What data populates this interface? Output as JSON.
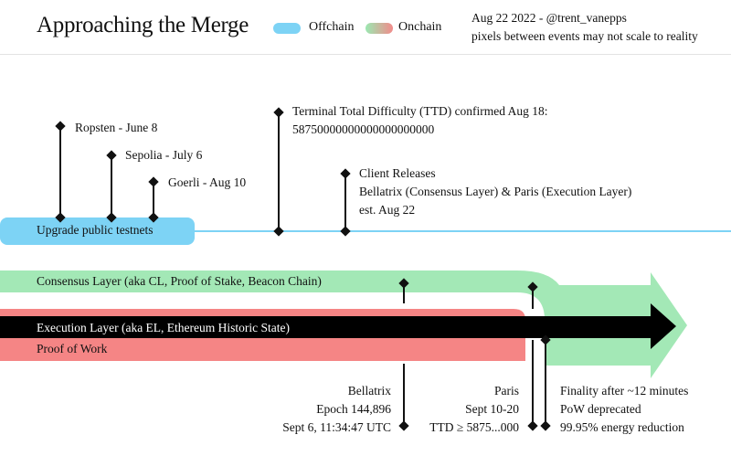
{
  "title": "Approaching the Merge",
  "legend": [
    {
      "label": "Offchain",
      "color": "#7dd3f5"
    },
    {
      "label": "Onchain",
      "color_from": "#9be8b1",
      "color_to": "#f28b8b"
    }
  ],
  "meta": {
    "line1": "Aug 22 2022 - @trent_vanepps",
    "line2": "pixels between events may not scale to reality"
  },
  "colors": {
    "offchain": "#7dd3f5",
    "consensus": "#a3e8b6",
    "pow": "#f58585",
    "execution": "#000000",
    "marker": "#111111"
  },
  "testnets": {
    "bar_label": "Upgrade public testnets",
    "events": [
      {
        "label": "Ropsten - June 8"
      },
      {
        "label": "Sepolia - July 6"
      },
      {
        "label": "Goerli - Aug 10"
      }
    ]
  },
  "ttd": {
    "line1": "Terminal Total Difficulty (TTD) confirmed Aug 18:",
    "line2": "58750000000000000000000"
  },
  "client_releases": {
    "line1": "Client Releases",
    "line2": "Bellatrix (Consensus Layer) & Paris (Execution Layer)",
    "line3": "est. Aug 22"
  },
  "layers": {
    "consensus": "Consensus Layer (aka CL, Proof of Stake, Beacon Chain)",
    "execution": "Execution Layer (aka EL, Ethereum Historic State)",
    "pow": "Proof of Work"
  },
  "bellatrix": {
    "line1": "Bellatrix",
    "line2": "Epoch 144,896",
    "line3": "Sept 6, 11:34:47 UTC"
  },
  "paris": {
    "line1": "Paris",
    "line2": "Sept 10-20",
    "line3": "TTD ≥ 5875...000"
  },
  "finality": {
    "line1": "Finality after ~12 minutes",
    "line2": "PoW deprecated",
    "line3": "99.95% energy reduction"
  }
}
